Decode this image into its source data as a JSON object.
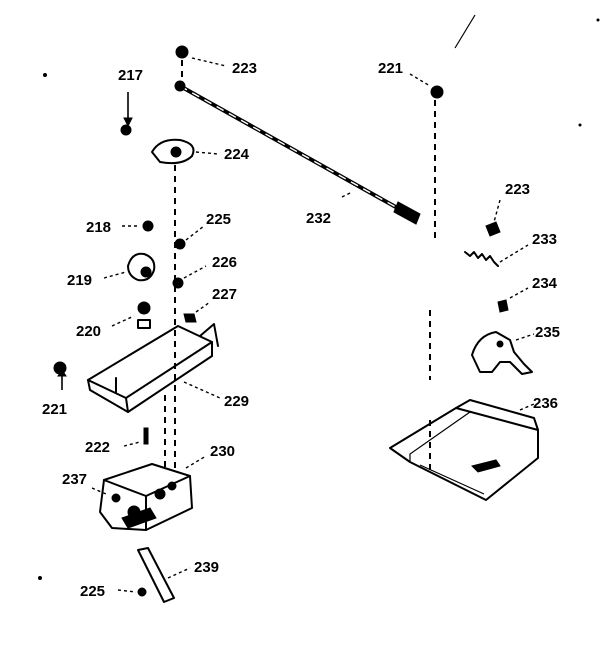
{
  "labels": {
    "p217": "217",
    "p218": "218",
    "p219": "219",
    "p220": "220",
    "p221_left": "221",
    "p221_top": "221",
    "p222": "222",
    "p223_top": "223",
    "p223_right": "223",
    "p224": "224",
    "p225_upper": "225",
    "p225_lower": "225",
    "p226": "226",
    "p227": "227",
    "p229": "229",
    "p230": "230",
    "p232": "232",
    "p233": "233",
    "p234": "234",
    "p235": "235",
    "p236": "236",
    "p237": "237",
    "p239": "239"
  }
}
